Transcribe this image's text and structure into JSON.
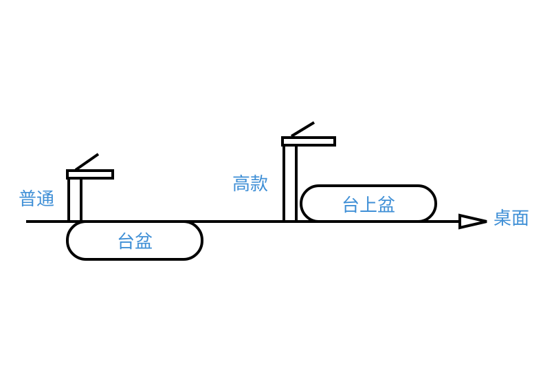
{
  "labels": {
    "normal": "普通",
    "under_basin": "台盆",
    "tall": "高款",
    "over_basin": "台上盆",
    "countertop": "桌面"
  },
  "colors": {
    "label": "#3f8fd6",
    "line": "#000000"
  }
}
